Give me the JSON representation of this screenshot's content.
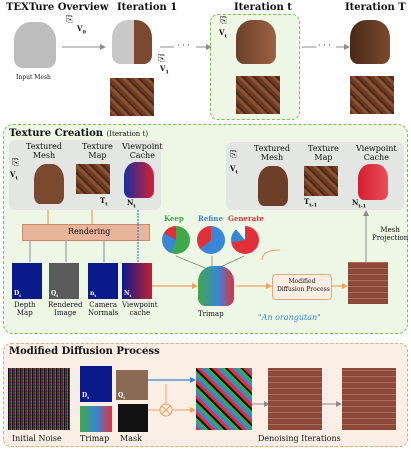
{
  "top": {
    "title": "TEXTure Overview",
    "iter1": "Iteration 1",
    "itert": "Iteration t",
    "iterT": "Iteration T",
    "input_mesh": "Input Mesh",
    "v0": "V",
    "v0_sub": "0",
    "v1": "V",
    "v1_sub": "1",
    "vt": "V",
    "vt_sub": "t",
    "dots": "· · ·"
  },
  "tc": {
    "title": "Texture Creation",
    "subtitle": "(Iteration t)",
    "textured_mesh": [
      "Textured",
      "Mesh"
    ],
    "texture_map": [
      "Texture",
      "Map"
    ],
    "viewpoint_cache": [
      "Viewpoint",
      "Cache"
    ],
    "T_t": "T",
    "T_t_sub": "t",
    "N_t": "N",
    "N_t_sub": "t",
    "T_t1": "T",
    "T_t1_sub": "t-1",
    "N_t1": "N",
    "N_t1_sub": "t-1",
    "vt": "V",
    "vt_sub": "t",
    "rendering": "Rendering",
    "keep": "Keep",
    "refine": "Refine",
    "generate": "Generate",
    "depth_map": [
      "Depth",
      "Map"
    ],
    "rendered_image": [
      "Rendered",
      "Image"
    ],
    "camera_normals": [
      "Camera",
      "Normals"
    ],
    "viewpoint_cache_small": [
      "Viewpoint",
      "cache"
    ],
    "D_t": "D",
    "Q_t": "Q",
    "n_t": "n",
    "N_t_s": "N",
    "sub_t": "t",
    "trimap": "Trimap",
    "modified_diffusion": [
      "Modified",
      "Diffusion Process"
    ],
    "prompt": "\"An orangutan\"",
    "mesh_projection": [
      "Mesh",
      "Projection"
    ]
  },
  "mdp": {
    "title": "Modified Diffusion Process",
    "initial_noise": "Initial Noise",
    "trimap": "Trimap",
    "mask": "Mask",
    "denoising": "Denoising Iterations",
    "D_t": "D",
    "Q_t": "Q",
    "sub_t": "t"
  },
  "colors": {
    "green_panel": "#eef6e6",
    "green_border": "#7fbf5a",
    "orange_panel": "#fbeee4",
    "orange_border": "#e8a57a",
    "rendering_box": "#e9b59a",
    "keep": "#3ea84a",
    "refine": "#3a86d6",
    "generate": "#e0303a",
    "arrow_grey": "#8c8c8c",
    "arrow_orange": "#f0a060",
    "arrow_blue": "#3a86d6"
  }
}
